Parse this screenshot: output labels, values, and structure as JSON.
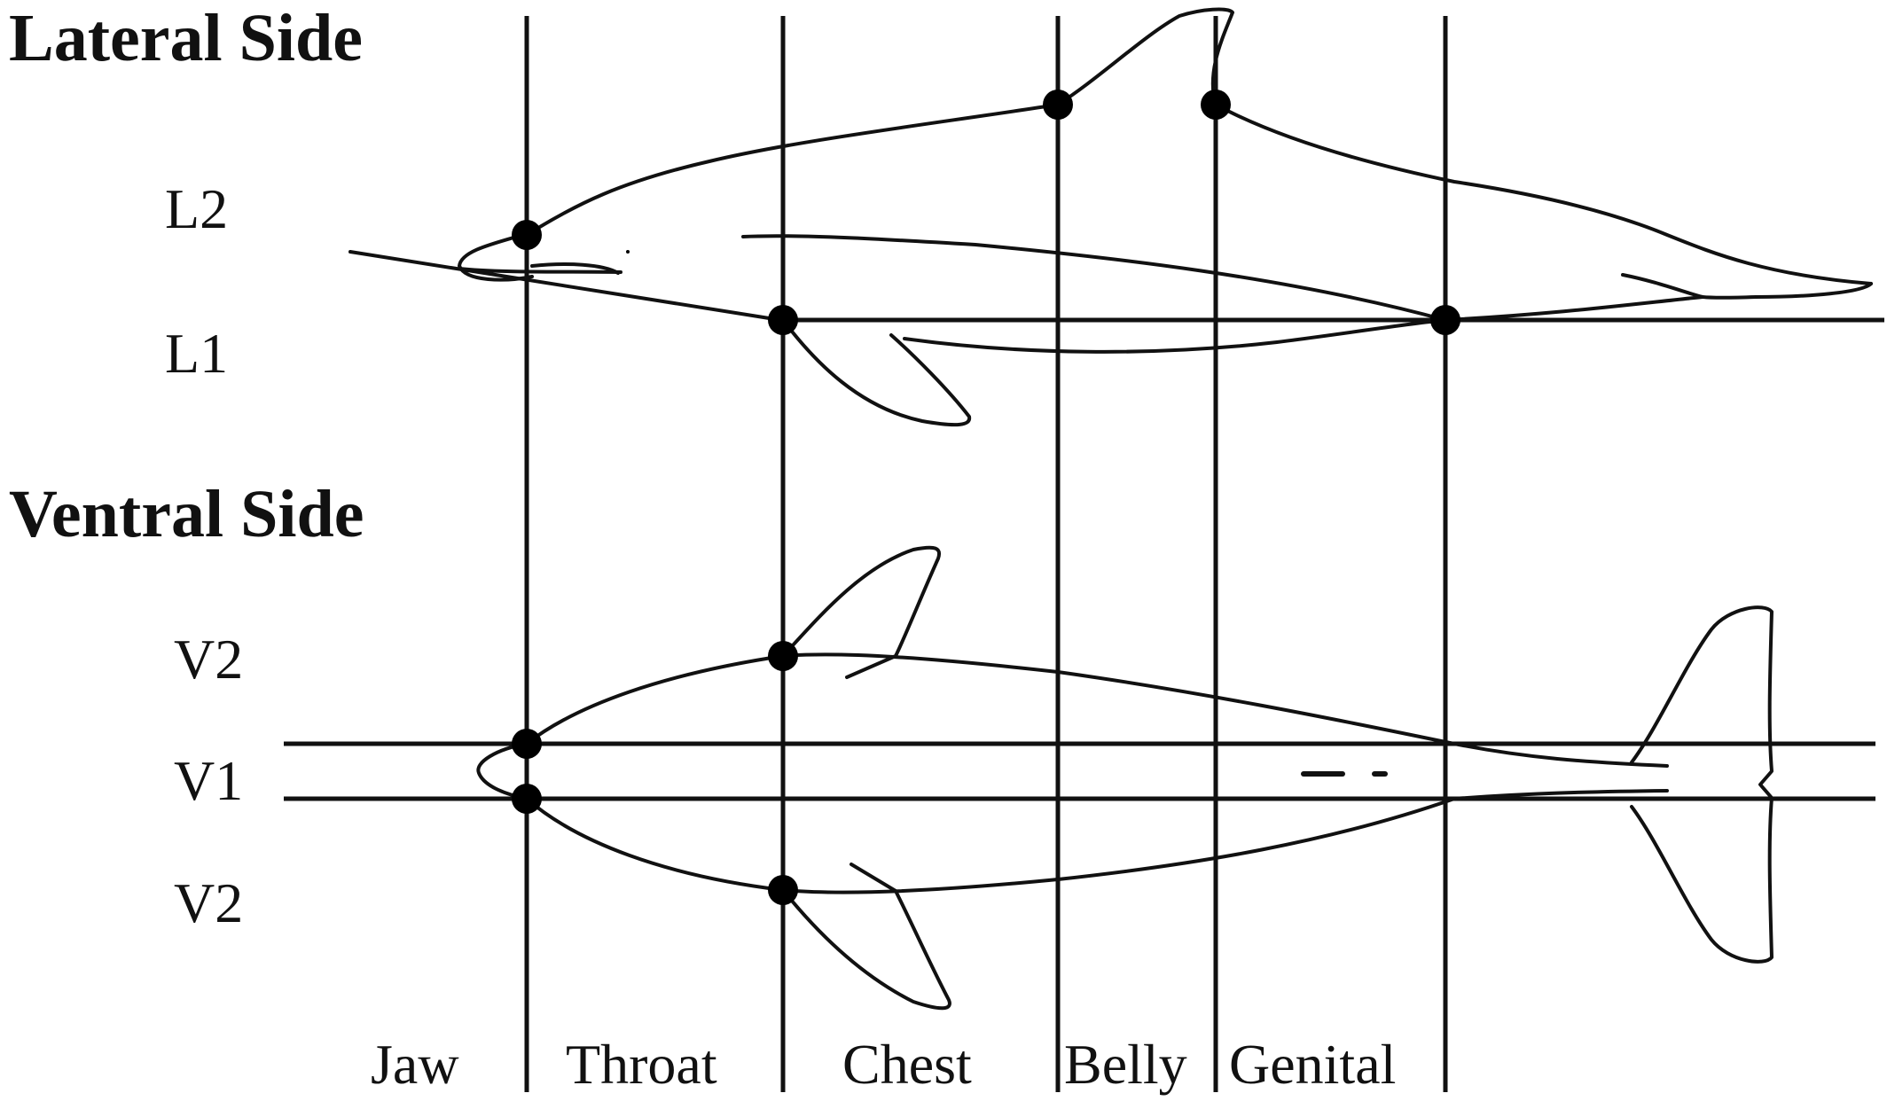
{
  "headings": {
    "lateral": "Lateral Side",
    "ventral": "Ventral Side"
  },
  "rows": {
    "l2": "L2",
    "l1": "L1",
    "v2_top": "V2",
    "v1": "V1",
    "v2_bottom": "V2"
  },
  "segments": [
    "Jaw",
    "Throat",
    "Chest",
    "Belly",
    "Genital"
  ]
}
